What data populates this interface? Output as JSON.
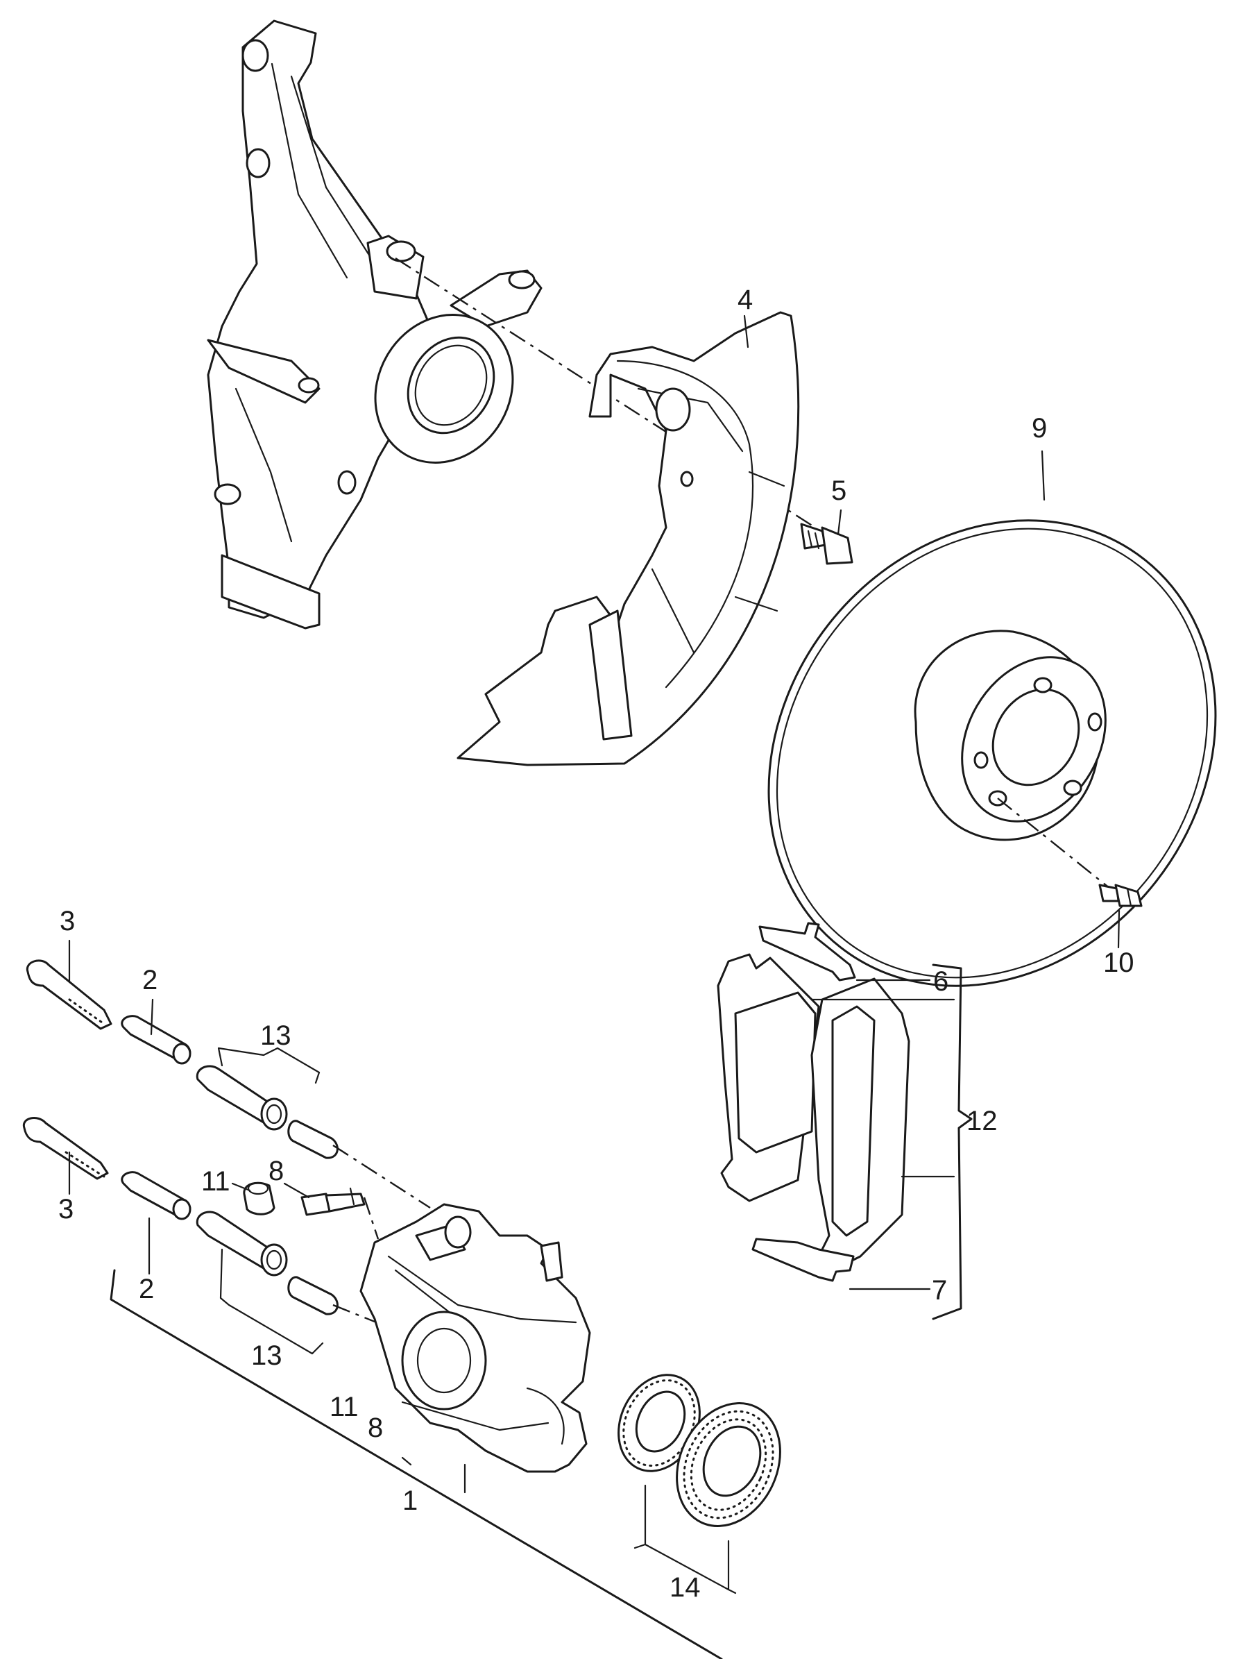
{
  "callouts": {
    "c1": "1",
    "c2_top": "2",
    "c2_bottom": "2",
    "c3_top": "3",
    "c3_bottom": "3",
    "c4": "4",
    "c5": "5",
    "c6": "6",
    "c7": "7",
    "c8_top": "8",
    "c8_bottom": "8",
    "c9": "9",
    "c10": "10",
    "c11_top": "11",
    "c11_bottom": "11",
    "c12": "12",
    "c13_top": "13",
    "c13_bottom": "13",
    "c14": "14"
  }
}
